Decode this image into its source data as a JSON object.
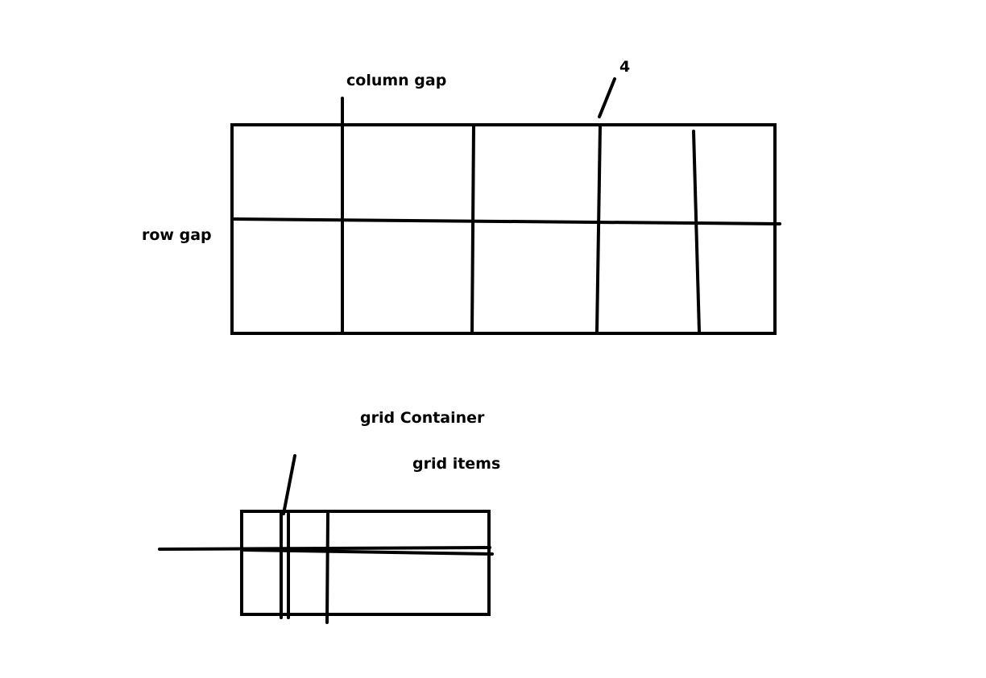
{
  "labels": {
    "column_gap": "column gap",
    "number_four": "4",
    "row_gap": "row gap",
    "grid_container": "grid Container",
    "grid_items": "grid items"
  },
  "colors": {
    "ink": "#000000",
    "background": "#ffffff"
  }
}
